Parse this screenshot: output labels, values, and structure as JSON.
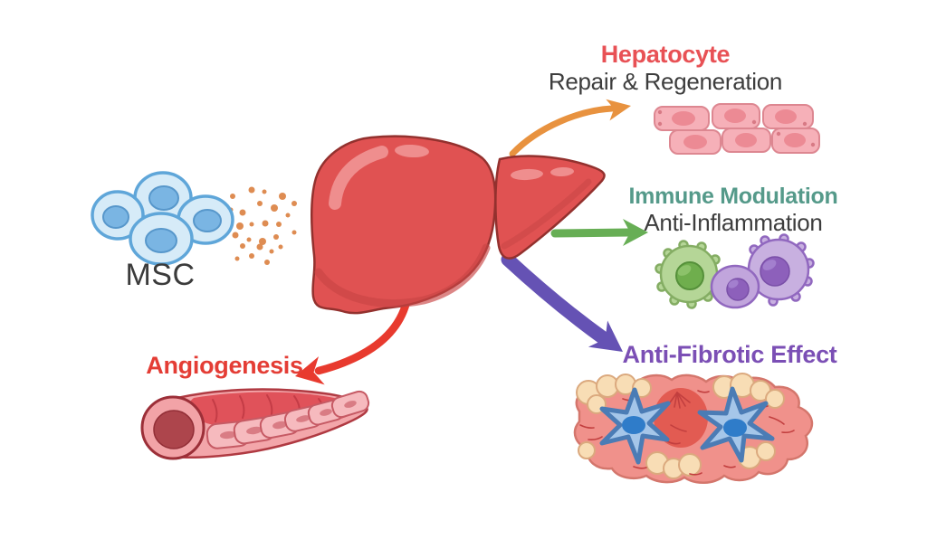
{
  "diagram": {
    "msc": {
      "label": "MSC",
      "label_color": "#3b3b3b"
    },
    "subtitle_color": "#3d3d3d",
    "secretome_dots_color": "#de8c52",
    "branches": [
      {
        "id": "hepatocyte",
        "title": "Hepatocyte",
        "subtitle": "Repair & Regeneration",
        "title_color": "#e85155",
        "arrow_color": "#e8923f"
      },
      {
        "id": "immune",
        "title": "Immune Modulation",
        "subtitle": "Anti-Inflammation",
        "title_color": "#559a8a",
        "arrow_color": "#67ae55"
      },
      {
        "id": "anti_fibrotic",
        "title": "Anti-Fibrotic Effect",
        "subtitle": "",
        "title_color": "#7b4fb5",
        "arrow_color": "#6552b4"
      },
      {
        "id": "angiogenesis",
        "title": "Angiogenesis",
        "subtitle": "",
        "title_color": "#e43d35",
        "arrow_color": "#e83a2e"
      }
    ],
    "illustrations": {
      "msc_cells": "stem-cell-cluster",
      "liver": "liver-two-lobes",
      "hepatocyte_cells": "hepatocyte-cell-sheet",
      "immune_cells": "immune-cells",
      "fibrotic_tissue": "fibrotic-tissue-stellate-cells",
      "blood_vessel": "blood-vessel-cutaway"
    }
  }
}
